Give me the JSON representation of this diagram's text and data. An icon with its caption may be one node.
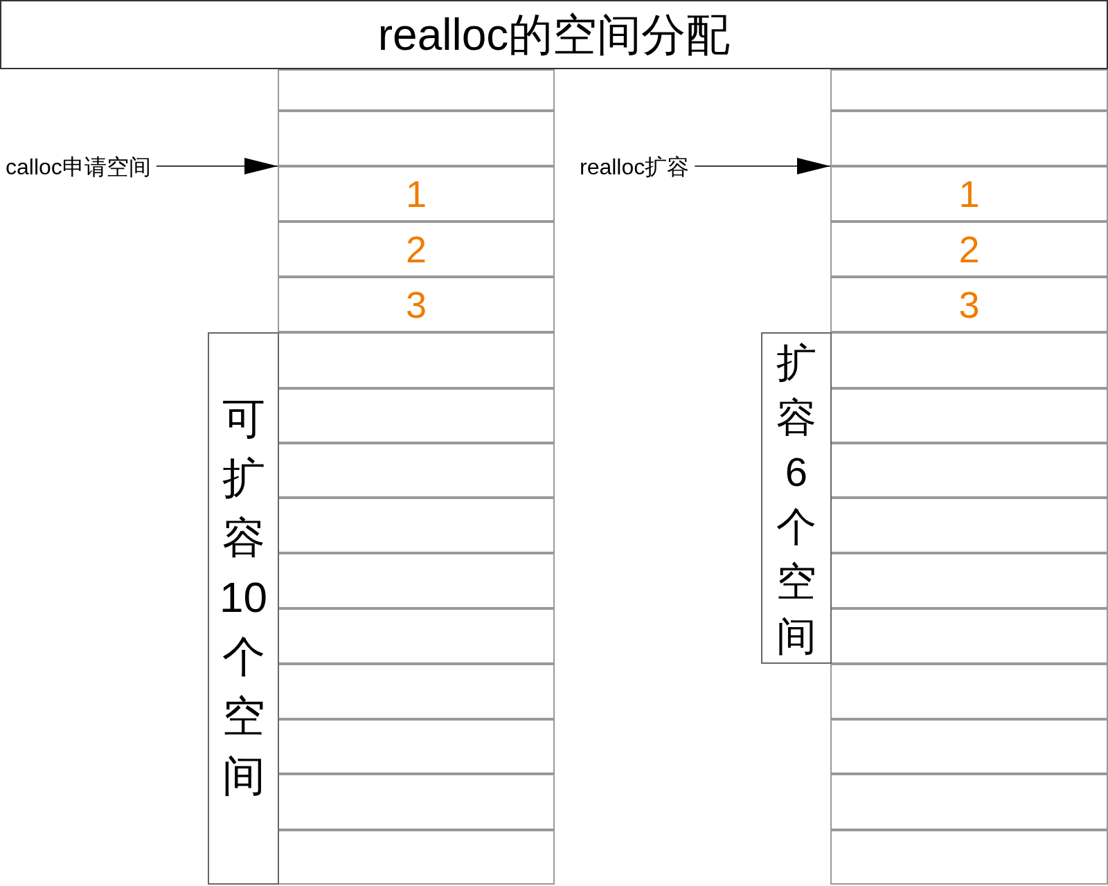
{
  "diagram": {
    "title": "realloc的空间分配",
    "nodes": [
      {
        "text": [
          "calloc申请空间"
        ]
      },
      {
        "text": [],
        "shape": "box"
      },
      {
        "text": [],
        "shape": "box"
      },
      {
        "text": [
          "1"
        ]
      },
      {
        "text": [
          "2"
        ]
      },
      {
        "text": [
          "3"
        ]
      },
      {
        "text": [],
        "shape": "box"
      },
      {
        "text": [],
        "shape": "box"
      },
      {
        "text": [],
        "shape": "box"
      },
      {
        "text": [],
        "shape": "box"
      },
      {
        "text": [],
        "shape": "box"
      },
      {
        "text": [],
        "shape": "box"
      },
      {
        "text": [],
        "shape": "box"
      },
      {
        "text": [],
        "shape": "box"
      },
      {
        "text": [],
        "shape": "box"
      },
      {
        "text": [],
        "shape": "box"
      },
      {
        "text": [
          "可扩容10个空间"
        ]
      },
      {
        "text": [
          "realloc扩容"
        ]
      },
      {
        "text": [],
        "shape": "box"
      },
      {
        "text": [],
        "shape": "box"
      },
      {
        "text": [
          "1"
        ]
      },
      {
        "text": [
          "2"
        ]
      },
      {
        "text": [
          "3"
        ]
      },
      {
        "text": [],
        "shape": "box"
      },
      {
        "text": [],
        "shape": "box"
      },
      {
        "text": [],
        "shape": "box"
      },
      {
        "text": [],
        "shape": "box"
      },
      {
        "text": [],
        "shape": "box"
      },
      {
        "text": [],
        "shape": "box"
      },
      {
        "text": [],
        "shape": "box"
      },
      {
        "text": [],
        "shape": "box"
      },
      {
        "text": [],
        "shape": "box"
      },
      {
        "text": [],
        "shape": "box"
      },
      {
        "text": [
          "扩容6个空间"
        ]
      }
    ],
    "edges": [
      {
        "from": 0,
        "to": 3,
        "arrow": "to"
      },
      {
        "from": 17,
        "to": 20,
        "arrow": "to"
      }
    ]
  }
}
